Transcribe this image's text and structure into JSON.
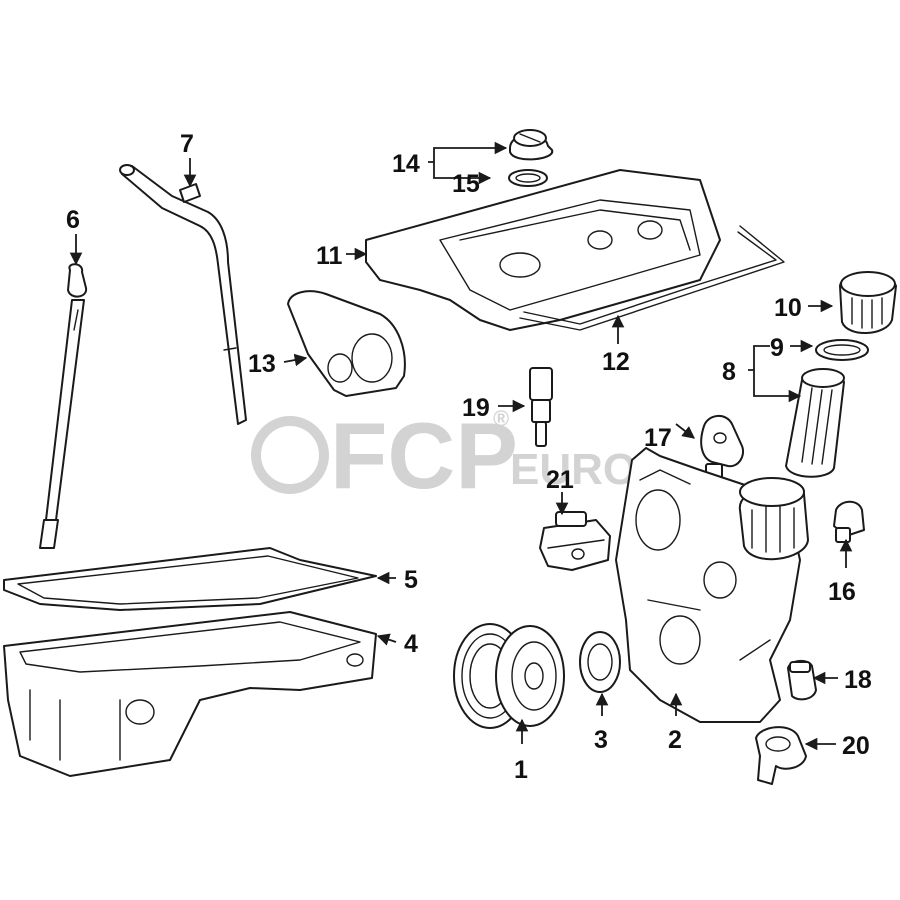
{
  "diagram": {
    "callouts": [
      "1",
      "2",
      "3",
      "4",
      "5",
      "6",
      "7",
      "8",
      "9",
      "10",
      "11",
      "12",
      "13",
      "14",
      "15",
      "16",
      "17",
      "18",
      "19",
      "20",
      "21"
    ]
  },
  "watermark": {
    "brand": "FCP",
    "suffix": "EURO",
    "registered": "®"
  },
  "colors": {
    "line": "#1a1a1a",
    "watermark": "#d3d3d3",
    "background": "#ffffff"
  }
}
